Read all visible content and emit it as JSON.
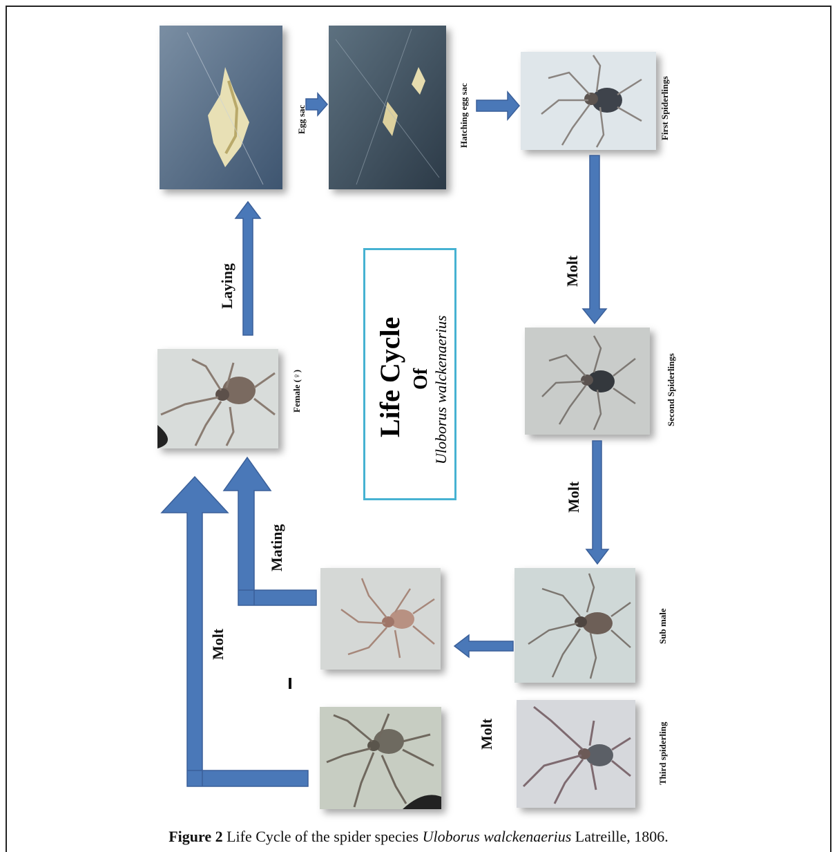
{
  "stages": {
    "egg_sac": "Egg sac",
    "hatching_egg_sac": "Hatching egg sac",
    "first_spiderlings": "First Spiderlings",
    "second_spiderlings": "Second Spiderlings",
    "sub_male": "Sub male",
    "third_spiderling": "Third spiderling",
    "female": "Female (♀)"
  },
  "transitions": {
    "laying": "Laying",
    "mating": "Mating",
    "molt_1": "Molt",
    "molt_2": "Molt",
    "molt_3": "Molt",
    "molt_4": "Molt"
  },
  "center": {
    "title": "Life Cycle",
    "of": "Of",
    "species": "Uloborus walckenaerius"
  },
  "caption": {
    "figure_label": "Figure 2",
    "text_before": " Life Cycle of the spider species ",
    "species": "Uloborus walckenaerius",
    "text_after": " Latreille, 1806."
  },
  "colors": {
    "arrow_fill": "#4a78b8",
    "arrow_stroke": "#3a5f99",
    "box_border": "#46b2d2"
  }
}
